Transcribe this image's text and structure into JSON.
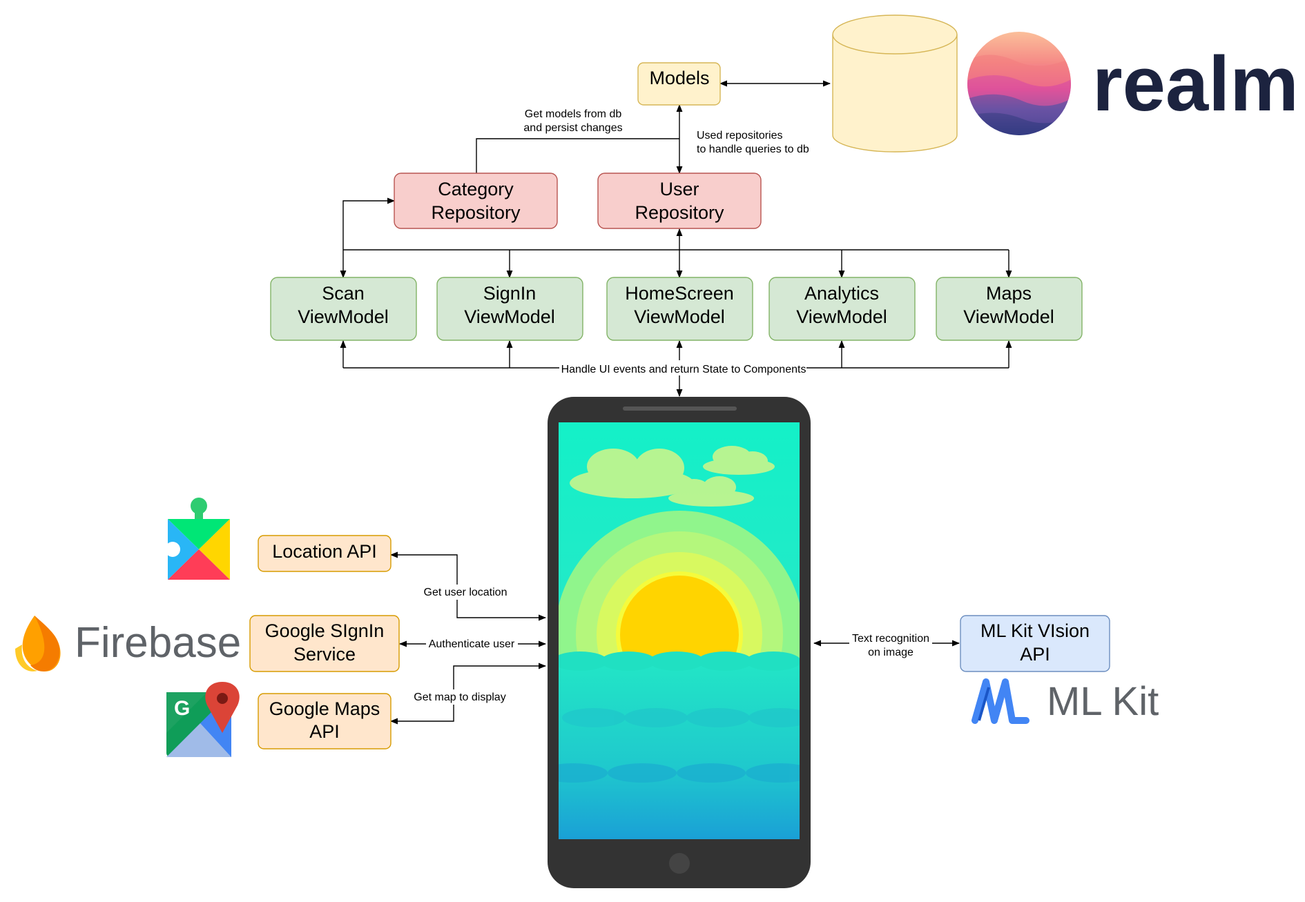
{
  "nodes": {
    "models": "Models",
    "category_repo": [
      "Category",
      "Repository"
    ],
    "user_repo": [
      "User",
      "Repository"
    ],
    "scan_vm": [
      "Scan",
      "ViewModel"
    ],
    "signin_vm": [
      "SignIn",
      "ViewModel"
    ],
    "home_vm": [
      "HomeScreen",
      "ViewModel"
    ],
    "analytics_vm": [
      "Analytics",
      "ViewModel"
    ],
    "maps_vm": [
      "Maps",
      "ViewModel"
    ],
    "location_api": "Location API",
    "google_signin": [
      "Google SIgnIn",
      "Service"
    ],
    "google_maps": [
      "Google Maps",
      "API"
    ],
    "mlkit_api": [
      "ML Kit VIsion",
      "API"
    ]
  },
  "edge_labels": {
    "get_models": [
      "Get models from db",
      "and persist changes"
    ],
    "used_repos": [
      "Used repositories",
      "to handle queries to db"
    ],
    "handle_ui": "Handle UI events and return State to Components",
    "get_location": "Get user location",
    "authenticate": "Authenticate user",
    "get_map": "Get map to display",
    "text_recognition": [
      "Text recognition",
      "on image"
    ]
  },
  "logos": {
    "realm": "realm",
    "firebase": "Firebase",
    "mlkit": "ML Kit"
  },
  "colors": {
    "models_fill": "#fff2cc",
    "models_stroke": "#d6b656",
    "repo_fill": "#f8cecc",
    "repo_stroke": "#b85450",
    "vm_fill": "#d5e8d4",
    "vm_stroke": "#82b366",
    "service_fill": "#ffe6cc",
    "service_stroke": "#d79b00",
    "mlkit_fill": "#dae8fc",
    "mlkit_stroke": "#6c8ebf",
    "realm_text": "#1c233f",
    "phone_body": "#333333"
  }
}
